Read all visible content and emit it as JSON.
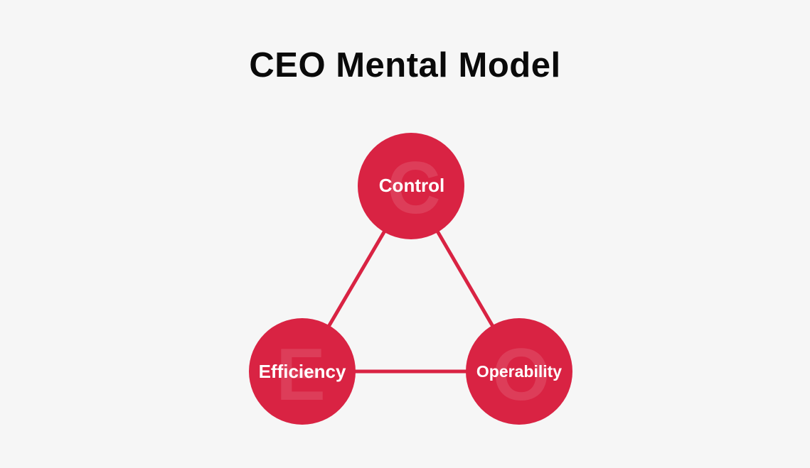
{
  "title": "CEO Mental Model",
  "colors": {
    "background": "#f6f6f6",
    "node": "#d92343",
    "edge": "#d92343",
    "title": "#0a0a0a",
    "label": "#ffffff"
  },
  "nodes": [
    {
      "id": "control",
      "label": "Control",
      "letter": "C"
    },
    {
      "id": "efficiency",
      "label": "Efficiency",
      "letter": "E"
    },
    {
      "id": "operability",
      "label": "Operability",
      "letter": "O"
    }
  ],
  "edges": [
    {
      "from": "control",
      "to": "efficiency"
    },
    {
      "from": "control",
      "to": "operability"
    },
    {
      "from": "efficiency",
      "to": "operability"
    }
  ]
}
